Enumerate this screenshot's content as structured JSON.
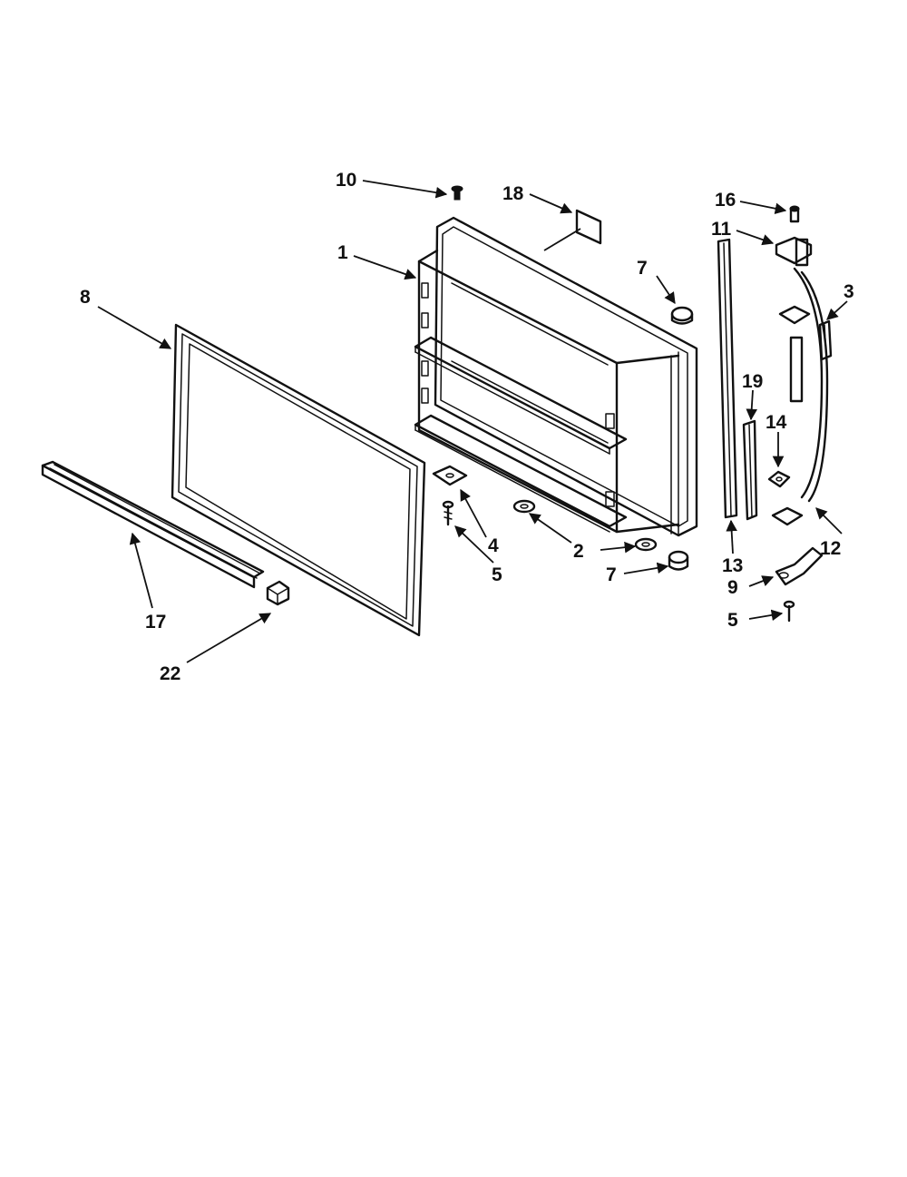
{
  "diagram": {
    "callouts": [
      {
        "id": "c10",
        "label": "10"
      },
      {
        "id": "c18",
        "label": "18"
      },
      {
        "id": "c16",
        "label": "16"
      },
      {
        "id": "c11",
        "label": "11"
      },
      {
        "id": "c1",
        "label": "1"
      },
      {
        "id": "c7a",
        "label": "7"
      },
      {
        "id": "c3",
        "label": "3"
      },
      {
        "id": "c8",
        "label": "8"
      },
      {
        "id": "c19",
        "label": "19"
      },
      {
        "id": "c14",
        "label": "14"
      },
      {
        "id": "c4",
        "label": "4"
      },
      {
        "id": "c2",
        "label": "2"
      },
      {
        "id": "c12",
        "label": "12"
      },
      {
        "id": "c5a",
        "label": "5"
      },
      {
        "id": "c7b",
        "label": "7"
      },
      {
        "id": "c13",
        "label": "13"
      },
      {
        "id": "c9",
        "label": "9"
      },
      {
        "id": "c5b",
        "label": "5"
      },
      {
        "id": "c17",
        "label": "17"
      },
      {
        "id": "c22",
        "label": "22"
      }
    ]
  }
}
